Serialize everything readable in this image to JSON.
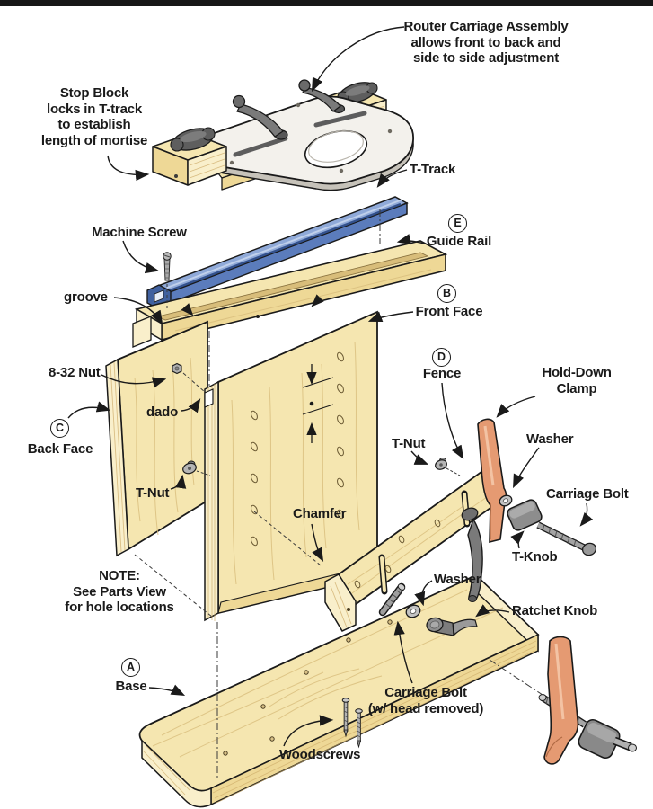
{
  "page": {
    "background": "#ffffff",
    "top_bar_color": "#171717"
  },
  "palette": {
    "outline": "#1a1a1a",
    "wood_face": "#f5e6b0",
    "wood_edge": "#eed896",
    "wood_end": "#f9efcb",
    "wood_grain": "#d8bd7c",
    "track_blue_top": "#8fa9d8",
    "track_blue_side": "#5b7cbc",
    "track_blue_dark": "#41619f",
    "plate_white": "#f3f1ec",
    "plate_edge": "#c6c2b9",
    "metal": "#a8a8a8",
    "knob_gray": "#6a6a6a",
    "clamp_salmon": "#e59a72"
  },
  "annotations": {
    "router_carriage": {
      "text": "Router Carriage Assembly\nallows front to back and\nside to side adjustment"
    },
    "stop_block": {
      "text": "Stop Block\nlocks in T-track\nto establish\nlength of mortise"
    },
    "t_track": {
      "text": "T-Track"
    },
    "machine_screw": {
      "text": "Machine Screw"
    },
    "guide_rail": {
      "letter": "E",
      "text": "Guide Rail"
    },
    "groove": {
      "text": "groove"
    },
    "front_face": {
      "letter": "B",
      "text": "Front Face"
    },
    "nut_8_32": {
      "text": "8-32 Nut"
    },
    "dado": {
      "text": "dado"
    },
    "back_face": {
      "letter": "C",
      "text": "Back Face"
    },
    "t_nut_left": {
      "text": "T-Nut"
    },
    "fence": {
      "letter": "D",
      "text": "Fence"
    },
    "hold_down_clamp": {
      "text": "Hold-Down\nClamp"
    },
    "t_nut_right": {
      "text": "T-Nut"
    },
    "washer_upper": {
      "text": "Washer"
    },
    "carriage_bolt": {
      "text": "Carriage Bolt"
    },
    "t_knob": {
      "text": "T-Knob"
    },
    "chamfer": {
      "text": "Chamfer"
    },
    "washer_lower": {
      "text": "Washer"
    },
    "ratchet_knob": {
      "text": "Ratchet Knob"
    },
    "note": {
      "text": "NOTE:\nSee Parts View\nfor hole locations"
    },
    "base": {
      "letter": "A",
      "text": "Base"
    },
    "carriage_bolt_headless": {
      "text": "Carriage Bolt\n(w/ head removed)"
    },
    "woodscrews": {
      "text": "Woodscrews"
    }
  }
}
